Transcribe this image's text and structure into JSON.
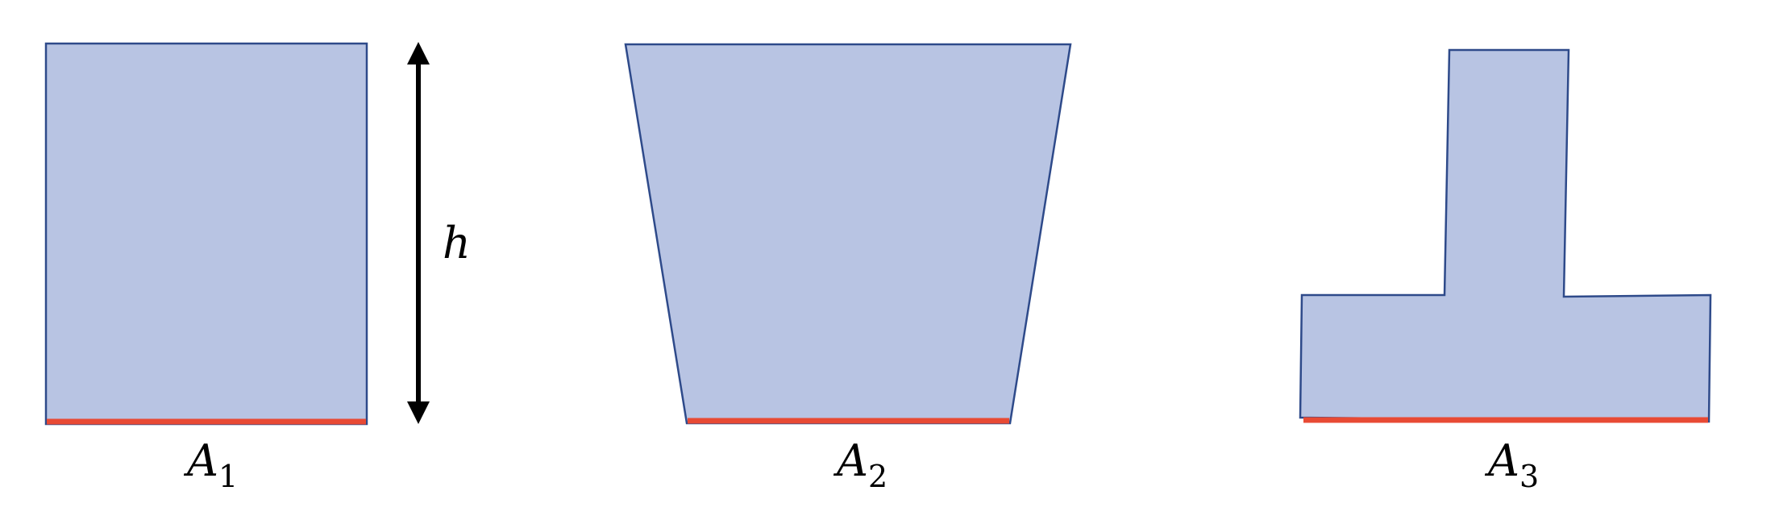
{
  "colors": {
    "fill": "#b8c4e3",
    "stroke": "#2e4a8a",
    "base": "#e84a34",
    "arrow": "#000000"
  },
  "height_label": "h",
  "shapes": [
    {
      "name": "rectangle",
      "label_main": "A",
      "label_sub": "1"
    },
    {
      "name": "trapezoid",
      "label_main": "A",
      "label_sub": "2"
    },
    {
      "name": "t-shape",
      "label_main": "A",
      "label_sub": "3"
    }
  ]
}
